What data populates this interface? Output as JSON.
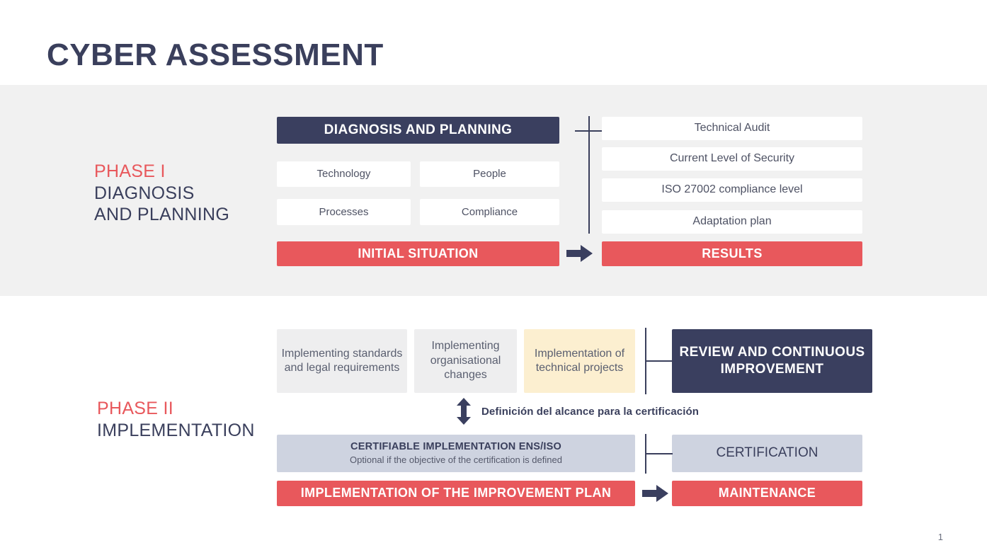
{
  "slide": {
    "title": "CYBER ASSESSMENT",
    "page_number": "1"
  },
  "colors": {
    "dark_navy": "#3a3f5f",
    "accent_red": "#e8585c",
    "band_gray": "#f1f1f1",
    "box_gray": "#eeeeef",
    "box_cream": "#fcefd0",
    "box_lavender": "#ced3e0",
    "text_dark": "#3a3f5c"
  },
  "phase1": {
    "label_number": "PHASE I",
    "label_name_line1": "DIAGNOSIS",
    "label_name_line2": "AND PLANNING",
    "header": "DIAGNOSIS AND PLANNING",
    "pillars": [
      {
        "label": "Technology"
      },
      {
        "label": "People"
      },
      {
        "label": "Processes"
      },
      {
        "label": "Compliance"
      }
    ],
    "outputs": [
      {
        "label": "Technical Audit"
      },
      {
        "label": "Current Level of Security"
      },
      {
        "label": "ISO 27002 compliance level"
      },
      {
        "label": "Adaptation plan"
      }
    ],
    "initial_situation": "INITIAL SITUATION",
    "results": "RESULTS"
  },
  "phase2": {
    "label_number": "PHASE II",
    "label_name": "IMPLEMENTATION",
    "activities": [
      {
        "label": "Implementing standards and legal requirements",
        "highlight": false
      },
      {
        "label": "Implementing organisational changes",
        "highlight": false
      },
      {
        "label": "Implementation of technical projects",
        "highlight": true
      }
    ],
    "review": "REVIEW AND CONTINUOUS IMPROVEMENT",
    "scope_note": "Definición del alcance para la certificación",
    "certifiable": {
      "title": "CERTIFIABLE IMPLEMENTATION ENS/ISO",
      "subtitle": "Optional if the objective of the certification is defined"
    },
    "certification": "CERTIFICATION",
    "implementation_plan": "IMPLEMENTATION OF THE IMPROVEMENT PLAN",
    "maintenance": "MAINTENANCE"
  }
}
